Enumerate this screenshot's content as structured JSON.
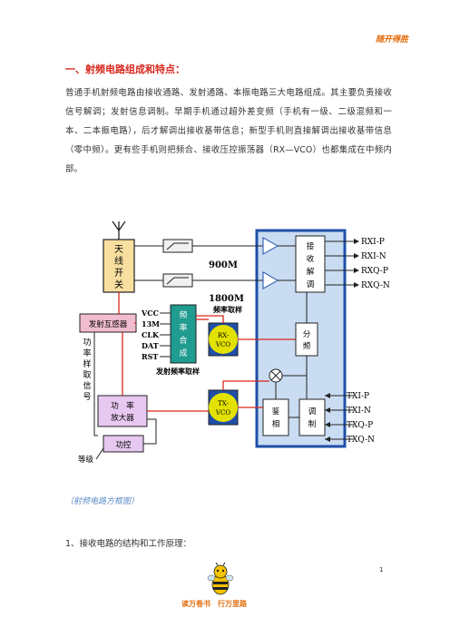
{
  "header": {
    "brand": "随开得胜"
  },
  "section_title": "一、射频电路组成和特点：",
  "paragraph": "普通手机射频电路由接收通路、发射通路、本振电路三大电路组成。其主要负责接收信号解调；发射信息调制。早期手机通过超外差变频（手机有一级、二级混频和一本、二本振电路），后才解调出接收基带信息；新型手机则直接解调出接收基带信息（零中频）。更有些手机则把频合、接收压控振荡器（RX—VCO）也都集成在中频内部。",
  "diagram": {
    "antenna_switch": [
      "天",
      "线",
      "开",
      "关"
    ],
    "band_900": "900M",
    "band_1800": "1800M",
    "synth_inputs": [
      "VCC",
      "13M",
      "CLK",
      "DAT",
      "RST"
    ],
    "freq_synth": [
      "频",
      "率",
      "合",
      "成"
    ],
    "rx_vco": [
      "RX-",
      "VCO"
    ],
    "tx_vco": [
      "TX-",
      "VCO"
    ],
    "freq_sample_label": "频率取样",
    "tx_freq_sample_label": "发射频率取样",
    "tx_sensor": "发射互感器",
    "power_sample": [
      "功",
      "率",
      "样",
      "取",
      "信",
      "号"
    ],
    "power_amp": [
      "功　率",
      "放大器"
    ],
    "power_control": "功控",
    "level_label": "等级",
    "demod": [
      "接",
      "收",
      "解",
      "调"
    ],
    "divider": [
      "分",
      "频"
    ],
    "phase_det": [
      "鉴",
      "相"
    ],
    "modulator": [
      "调",
      "制"
    ],
    "rx_outputs": [
      "RXI-P",
      "RXI-N",
      "RXQ-P",
      "RXQ-N"
    ],
    "tx_inputs": [
      "TXI-P",
      "TXI-N",
      "TXQ-P",
      "TXQ-N"
    ],
    "colors": {
      "ic_fill": "#c9dcf2",
      "ic_border": "#1f4fa8",
      "synth": "#1f9b8f",
      "vco": "#e3e100",
      "red": "#d9261c",
      "pa": "#e7c8f0",
      "switch": "#f8dfa0"
    }
  },
  "caption": "（射频电路方框图）",
  "subheading": "1、接收电路的结构和工作原理：",
  "page_number": "1",
  "footer": {
    "slogan": "读万卷书　行万里路",
    "bee_icon": "bee-mascot-icon"
  }
}
